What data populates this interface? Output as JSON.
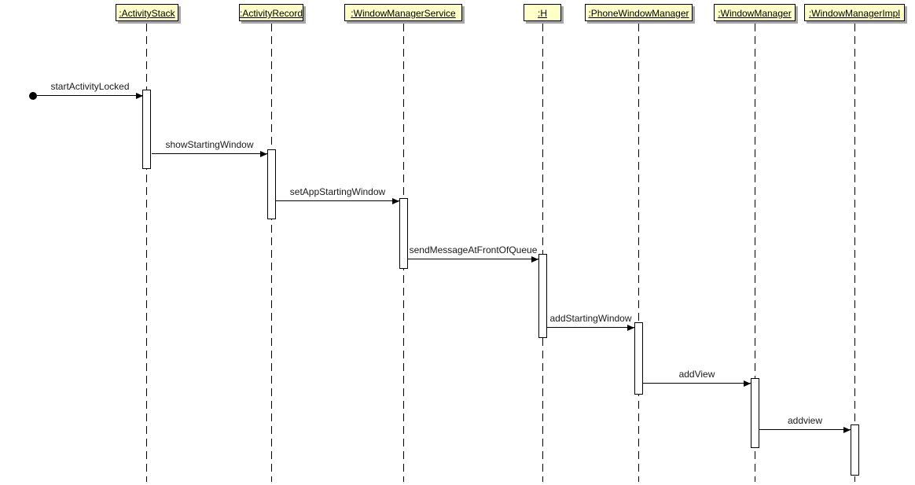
{
  "diagram": {
    "type": "uml-sequence-diagram",
    "start_marker": "filled-circle-initial-node",
    "colors": {
      "background": "#FFFFFF",
      "participant_fill": "#FFFFC8",
      "participant_border": "#000000",
      "participant_shadow": "#A6A6A6",
      "line": "#000000",
      "text": "#000000"
    },
    "participants": [
      {
        "label": ":ActivityStack"
      },
      {
        "label": ":ActivityRecord"
      },
      {
        "label": ":WindowManagerService"
      },
      {
        "label": ":H"
      },
      {
        "label": ":PhoneWindowManager"
      },
      {
        "label": ":WindowManager"
      },
      {
        "label": ":WindowManagerImpl"
      }
    ],
    "messages": [
      {
        "label": "startActivityLocked",
        "from": "start",
        "to": ":ActivityStack"
      },
      {
        "label": "showStartingWindow",
        "from": ":ActivityStack",
        "to": ":ActivityRecord"
      },
      {
        "label": "setAppStartingWindow",
        "from": ":ActivityRecord",
        "to": ":WindowManagerService"
      },
      {
        "label": "sendMessageAtFrontOfQueue",
        "from": ":WindowManagerService",
        "to": ":H"
      },
      {
        "label": "addStartingWindow",
        "from": ":H",
        "to": ":PhoneWindowManager"
      },
      {
        "label": "addView",
        "from": ":PhoneWindowManager",
        "to": ":WindowManager"
      },
      {
        "label": "addview",
        "from": ":WindowManager",
        "to": ":WindowManagerImpl"
      }
    ]
  }
}
